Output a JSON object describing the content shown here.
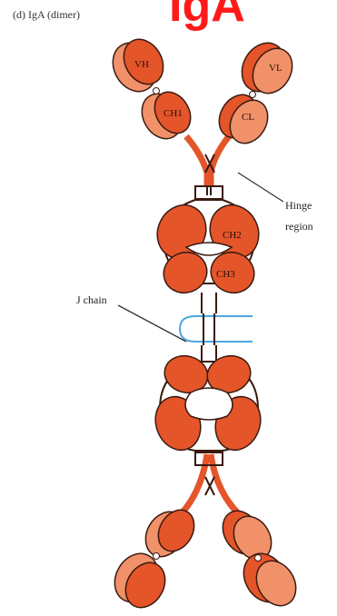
{
  "caption": "(d) IgA (dimer)",
  "title": "IgA",
  "labels": {
    "vh": "VH",
    "vl": "VL",
    "ch1": "CH1",
    "cl": "CL",
    "ch2": "CH2",
    "ch3": "CH3",
    "hinge_line1": "Hinge",
    "hinge_line2": "region",
    "j_chain": "J chain"
  },
  "colors": {
    "heavy_chain": "#e4552a",
    "light_chain": "#f0916a",
    "outline": "#3a1a10",
    "j_chain": "#4aa8e0",
    "title": "#ff1a1a"
  }
}
